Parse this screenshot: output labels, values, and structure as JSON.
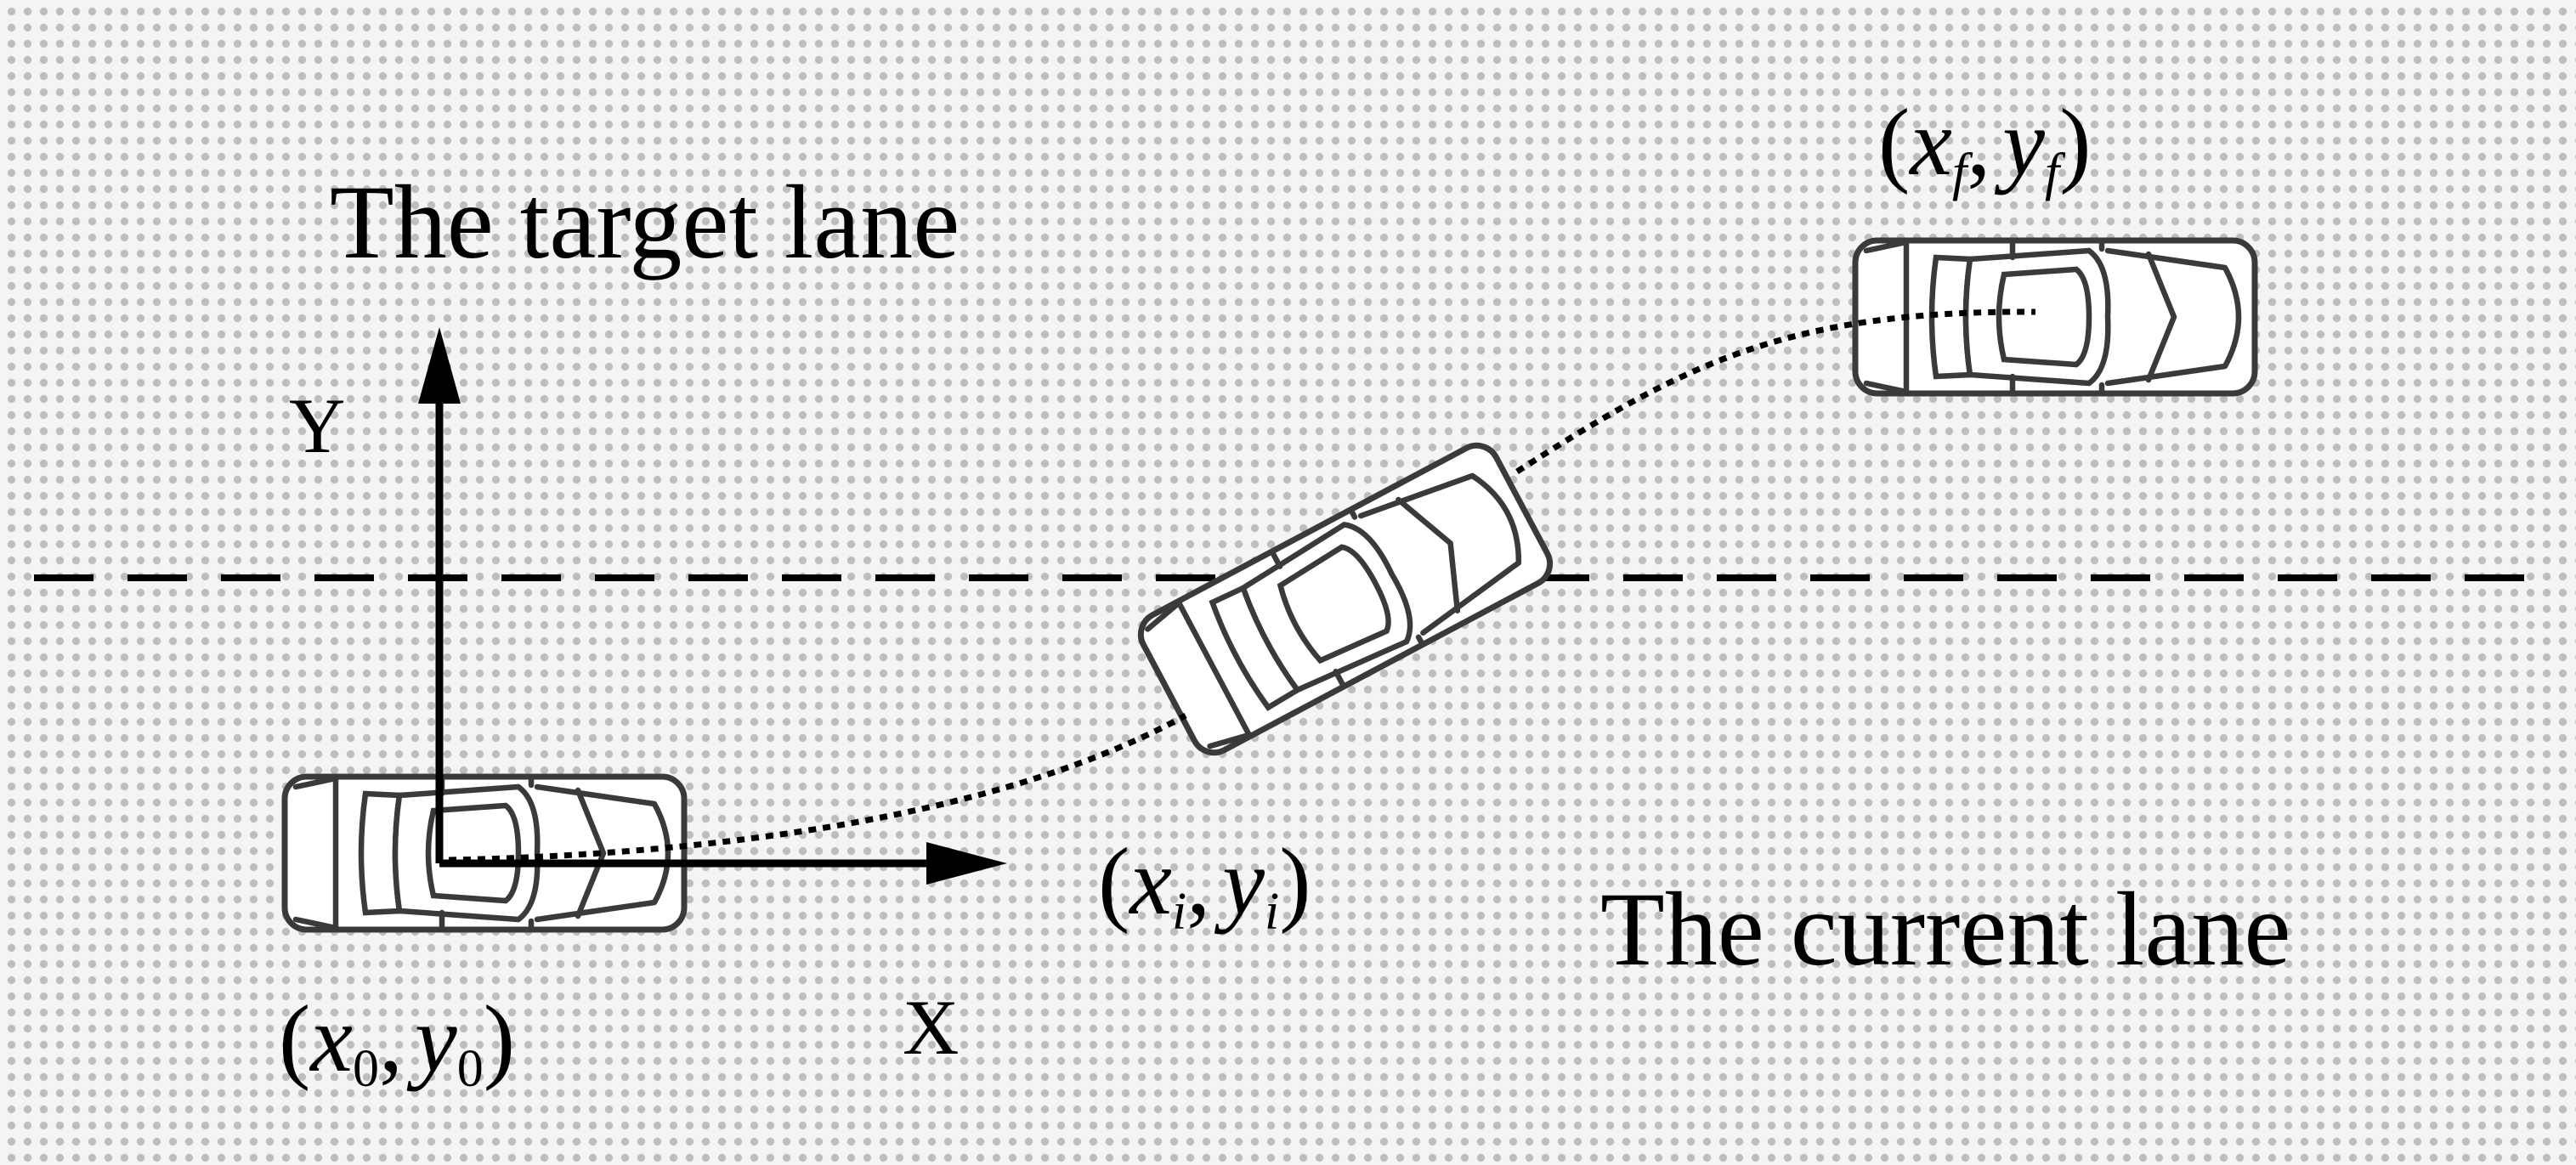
{
  "labels": {
    "target_lane": "The target lane",
    "current_lane": "The current lane",
    "axis_y": "Y",
    "axis_x": "X"
  },
  "points": {
    "start": {
      "open": "(",
      "x": "x",
      "x_sub": "0",
      "sep": ",",
      "y": "y",
      "y_sub": "0",
      "close": ")"
    },
    "intermediate": {
      "open": "(",
      "x": "x",
      "x_sub": "i",
      "sep": ",",
      "y": "y",
      "y_sub": "i",
      "close": ")"
    },
    "final": {
      "open": "(",
      "x": "x",
      "x_sub": "f",
      "sep": ",",
      "y": "y",
      "y_sub": "f",
      "close": ")"
    }
  },
  "colors": {
    "background": "#f4f4f4",
    "dot_pattern": "#bdbdbd",
    "ink": "#000000",
    "car_outline": "#3a3a3a"
  }
}
